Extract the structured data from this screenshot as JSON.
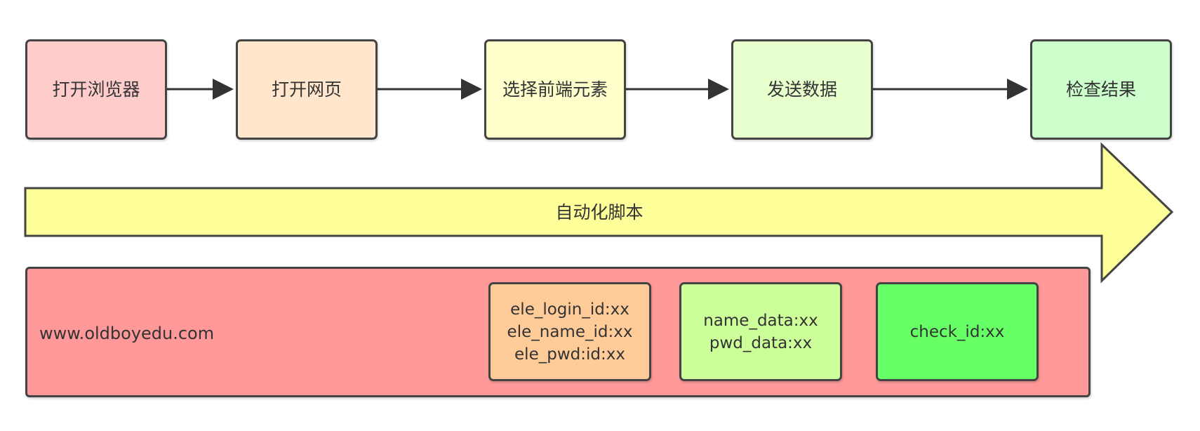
{
  "flow": {
    "steps": [
      {
        "label": "打开浏览器",
        "color": "#ffcccc"
      },
      {
        "label": "打开网页",
        "color": "#ffe6cc"
      },
      {
        "label": "选择前端元素",
        "color": "#ffffcc"
      },
      {
        "label": "发送数据",
        "color": "#e6ffcc"
      },
      {
        "label": "检查结果",
        "color": "#ccffcc"
      }
    ],
    "connector_icon": "arrow-right-icon"
  },
  "big_arrow": {
    "label": "自动化脚本",
    "color": "#ffff99"
  },
  "panel": {
    "site": "www.oldboyedu.com",
    "color": "#ff9999",
    "boxes": [
      {
        "lines": [
          "ele_login_id:xx",
          "ele_name_id:xx",
          "ele_pwd:id:xx"
        ],
        "color": "#ffcc99"
      },
      {
        "lines": [
          "name_data:xx",
          "pwd_data:xx"
        ],
        "color": "#ccff99"
      },
      {
        "lines": [
          "check_id:xx"
        ],
        "color": "#66ff66"
      }
    ]
  },
  "colors": {
    "stroke": "#444444",
    "text": "#333333"
  }
}
